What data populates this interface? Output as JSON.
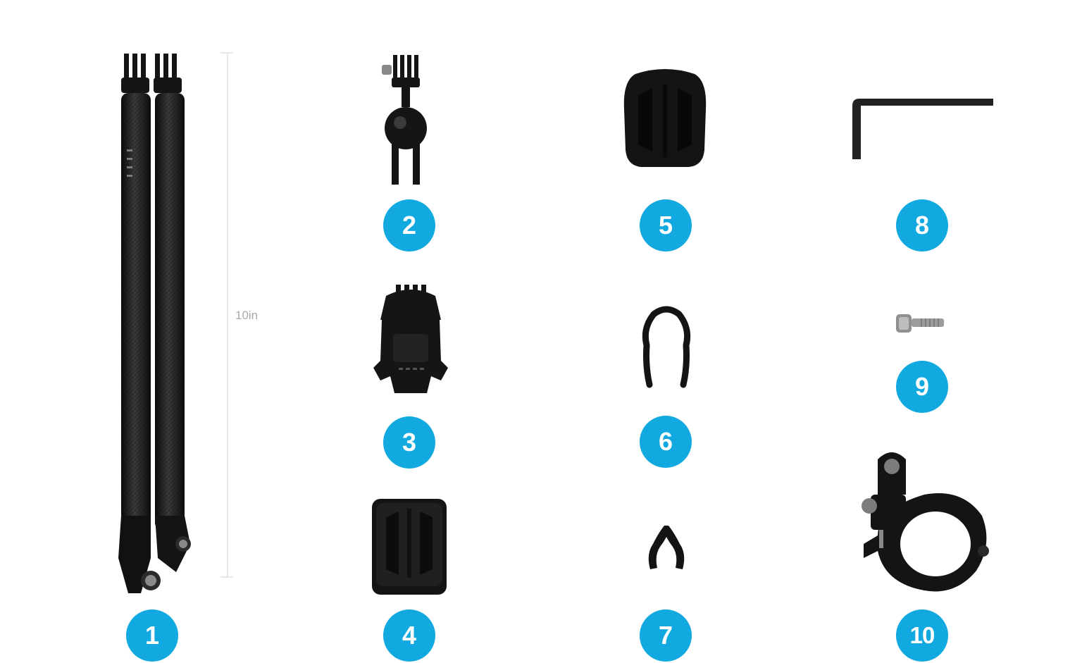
{
  "measurement": {
    "label": "10in"
  },
  "items": [
    {
      "number": "1",
      "name": "telescoping arm"
    },
    {
      "number": "2",
      "name": "ball joint mount"
    },
    {
      "number": "3",
      "name": "quick release buckle"
    },
    {
      "number": "4",
      "name": "flat adhesive mount"
    },
    {
      "number": "5",
      "name": "curved adhesive mount"
    },
    {
      "number": "6",
      "name": "large rubber shim"
    },
    {
      "number": "7",
      "name": "small rubber shim"
    },
    {
      "number": "8",
      "name": "allen wrench"
    },
    {
      "number": "9",
      "name": "thumb screw"
    },
    {
      "number": "10",
      "name": "handlebar clamp"
    }
  ],
  "colors": {
    "badge": "#12a9e0",
    "product": "#1a1a1a",
    "ruler": "#e8e8e8",
    "ruler_text": "#a9a9a9"
  }
}
